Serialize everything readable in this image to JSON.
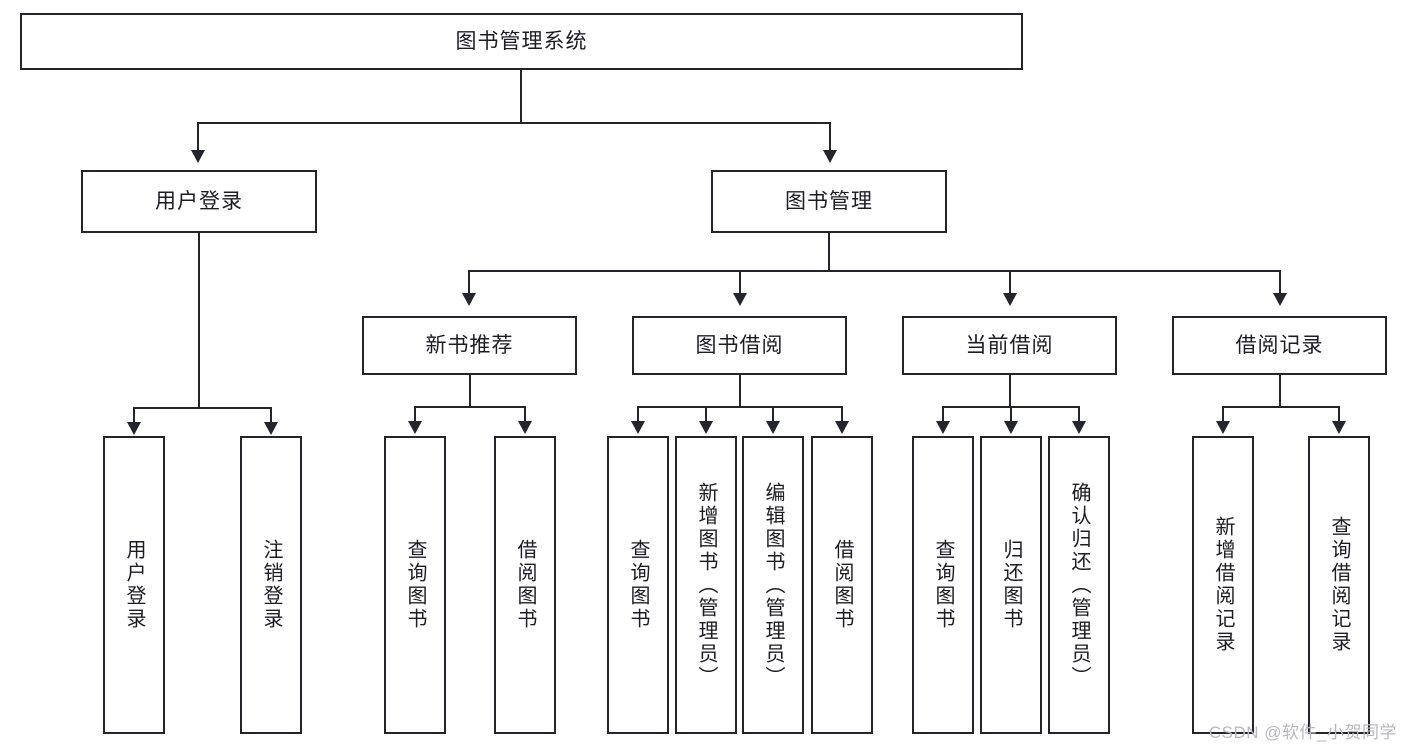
{
  "diagram": {
    "title": "图书管理系统",
    "type": "tree",
    "watermark": "CSDN @软件_小贺同学",
    "colors": {
      "stroke": "#24242b",
      "background": "#ffffff",
      "text": "#1c1c22",
      "watermark": "#b9b9bd"
    },
    "root": {
      "label": "图书管理系统"
    },
    "level2": [
      {
        "label": "用户登录"
      },
      {
        "label": "图书管理"
      }
    ],
    "level3": [
      {
        "label": "新书推荐"
      },
      {
        "label": "图书借阅"
      },
      {
        "label": "当前借阅"
      },
      {
        "label": "借阅记录"
      }
    ],
    "leaves": {
      "user_login": [
        {
          "label": "用户登录"
        },
        {
          "label": "注销登录"
        }
      ],
      "new_book_recommend": [
        {
          "label": "查询图书"
        },
        {
          "label": "借阅图书"
        }
      ],
      "book_borrow": [
        {
          "label": "查询图书"
        },
        {
          "label": "新增图书（管理员）"
        },
        {
          "label": "编辑图书（管理员）"
        },
        {
          "label": "借阅图书"
        }
      ],
      "current_borrow": [
        {
          "label": "查询图书"
        },
        {
          "label": "归还图书"
        },
        {
          "label": "确认归还（管理员）"
        }
      ],
      "borrow_record": [
        {
          "label": "新增借阅记录"
        },
        {
          "label": "查询借阅记录"
        }
      ]
    }
  }
}
